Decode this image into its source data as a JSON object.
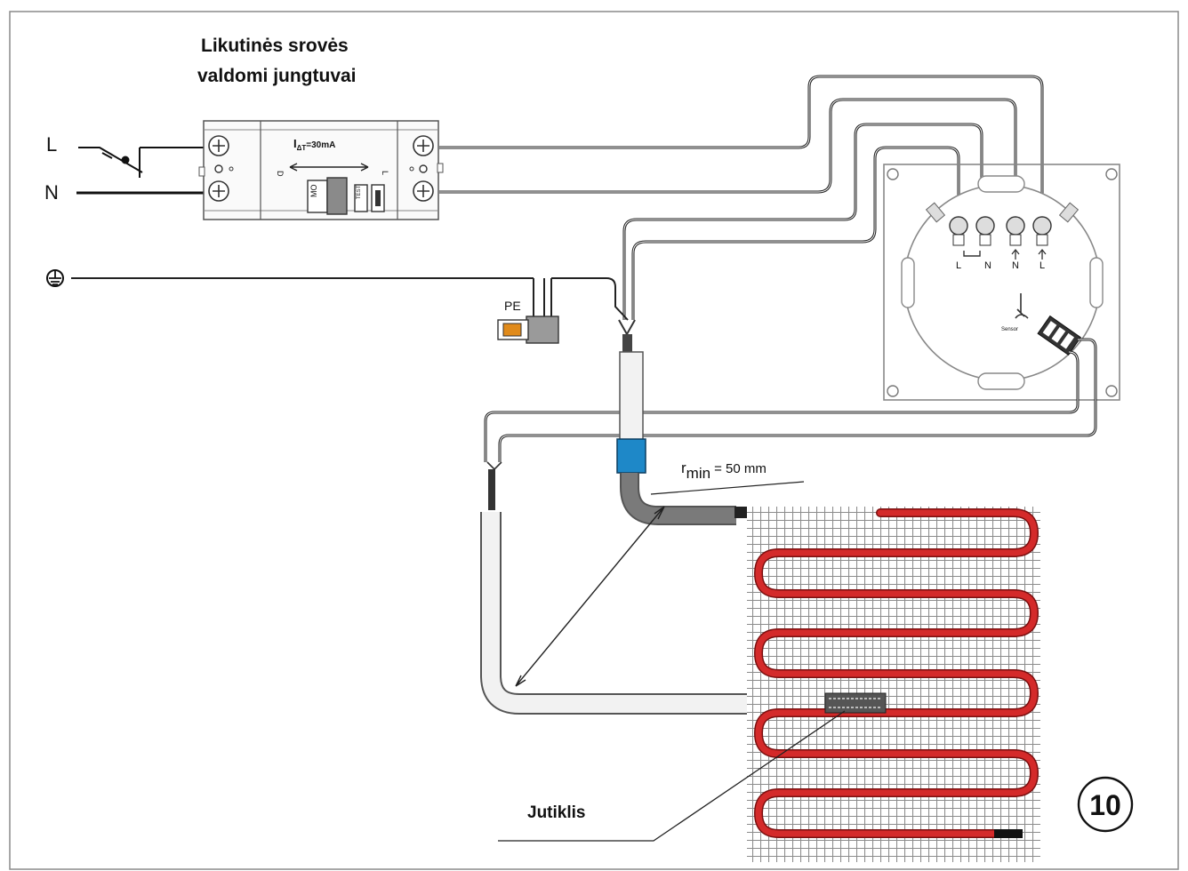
{
  "title_line1": "Likutinės srovės",
  "title_line2": "valdomi jungtuvai",
  "line_label_L": "L",
  "line_label_N": "N",
  "rcd": {
    "rating": "I",
    "rating_sub": "ΔT",
    "rating_value": "=30mA",
    "label_left": "D",
    "label_right": "L",
    "test_label": "MO",
    "slot_label": "TEST"
  },
  "pe_label": "PE",
  "thermostat": {
    "terminals": [
      "L",
      "N",
      "N",
      "L"
    ],
    "sensor_label": "Sensor"
  },
  "bend_radius_prefix": "r",
  "bend_radius_sub": "min",
  "bend_radius_value": "= 50 mm",
  "sensor_caption": "Jutiklis",
  "figure_number": "10",
  "colors": {
    "heating_cable": "#d42a2a",
    "heating_cable_edge": "#7a1010",
    "coupler": "#1e88c8",
    "pe_terminal": "#e08a1a",
    "mesh": "#9a9a9a",
    "frame": "#888888"
  }
}
